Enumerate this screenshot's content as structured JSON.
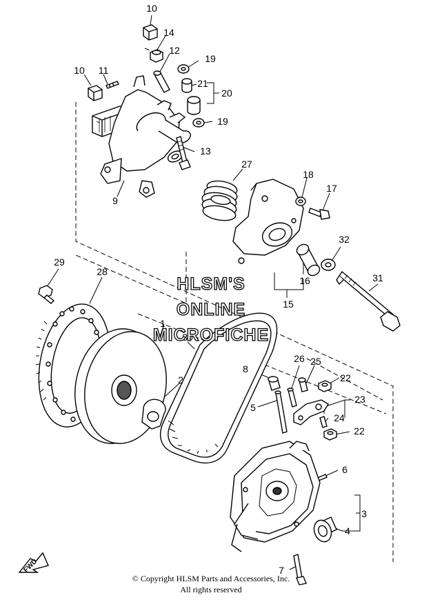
{
  "diagram": {
    "callouts": [
      "10",
      "14",
      "12",
      "19",
      "10",
      "11",
      "21",
      "20",
      "19",
      "13",
      "9",
      "27",
      "18",
      "17",
      "32",
      "16",
      "31",
      "15",
      "29",
      "28",
      "1",
      "30",
      "8",
      "26",
      "25",
      "22",
      "23",
      "2",
      "5",
      "24",
      "22",
      "6",
      "3",
      "4",
      "7"
    ],
    "watermark": [
      "HLSM'S",
      "ONLINE",
      "MICROFICHE"
    ],
    "fwd_label": "FWD"
  },
  "footer": {
    "copyright": "© Copyright HLSM Parts and Accessories, Inc.",
    "rights": "All rights reserved"
  }
}
